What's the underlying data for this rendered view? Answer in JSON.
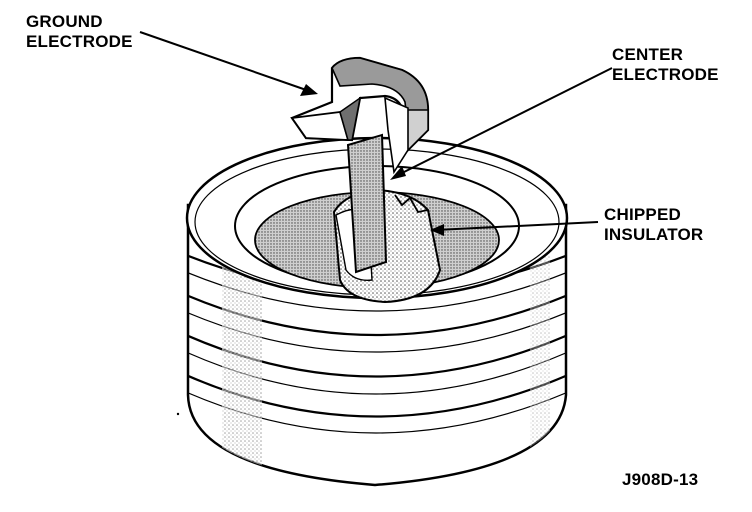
{
  "labels": {
    "ground_electrode": [
      "GROUND",
      "ELECTRODE"
    ],
    "center_electrode": [
      "CENTER",
      "ELECTRODE"
    ],
    "chipped_insulator": [
      "CHIPPED",
      "INSULATOR"
    ]
  },
  "figure_id": "J908D-13",
  "colors": {
    "ink": "#000000",
    "paper": "#ffffff",
    "shade": "#d4d4d4",
    "dark_shade": "#8a8a8a"
  }
}
